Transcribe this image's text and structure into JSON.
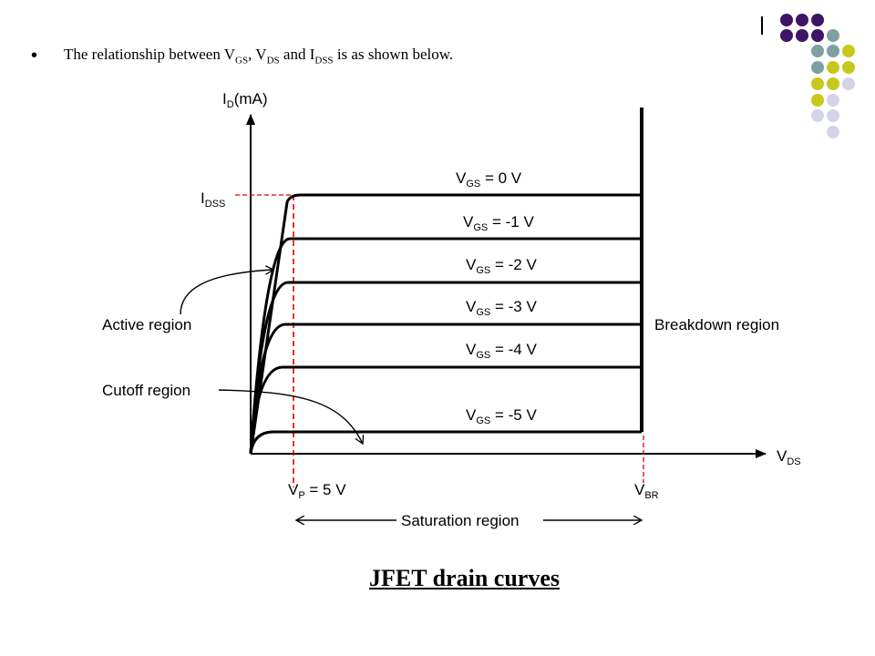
{
  "slide": {
    "bullet": "•",
    "intro": {
      "p1": "The relationship between V",
      "s1": "GS",
      "p2": ", V",
      "s2": "DS",
      "p3": " and I",
      "s3": "DSS",
      "p4": " is as shown below."
    },
    "caption": "JFET drain curves"
  },
  "decor_colors": {
    "dark_purple": "#3d1466",
    "teal": "#7fa0a0",
    "yellow_green": "#c8c81c",
    "lavender": "#d4d4e8"
  },
  "diagram": {
    "y_axis": {
      "base": "I",
      "sub": "D",
      "unit": "(mA)"
    },
    "x_axis": {
      "base": "V",
      "sub": "DS"
    },
    "idss": {
      "base": "I",
      "sub": "DSS"
    },
    "vp": {
      "base": "V",
      "sub": "P",
      "value": " = 5 V"
    },
    "vbr": {
      "base": "V",
      "sub": "BR"
    },
    "curves": [
      {
        "vgs": 0,
        "base": "V",
        "sub": "GS",
        "text": " = 0 V"
      },
      {
        "vgs": -1,
        "base": "V",
        "sub": "GS",
        "text": " = -1 V"
      },
      {
        "vgs": -2,
        "base": "V",
        "sub": "GS",
        "text": " = -2 V"
      },
      {
        "vgs": -3,
        "base": "V",
        "sub": "GS",
        "text": " = -3 V"
      },
      {
        "vgs": -4,
        "base": "V",
        "sub": "GS",
        "text": " = -4 V"
      },
      {
        "vgs": -5,
        "base": "V",
        "sub": "GS",
        "text": " = -5 V"
      }
    ],
    "regions": {
      "active": "Active region",
      "cutoff": "Cutoff region",
      "breakdown": "Breakdown region",
      "saturation": "Saturation region"
    }
  }
}
